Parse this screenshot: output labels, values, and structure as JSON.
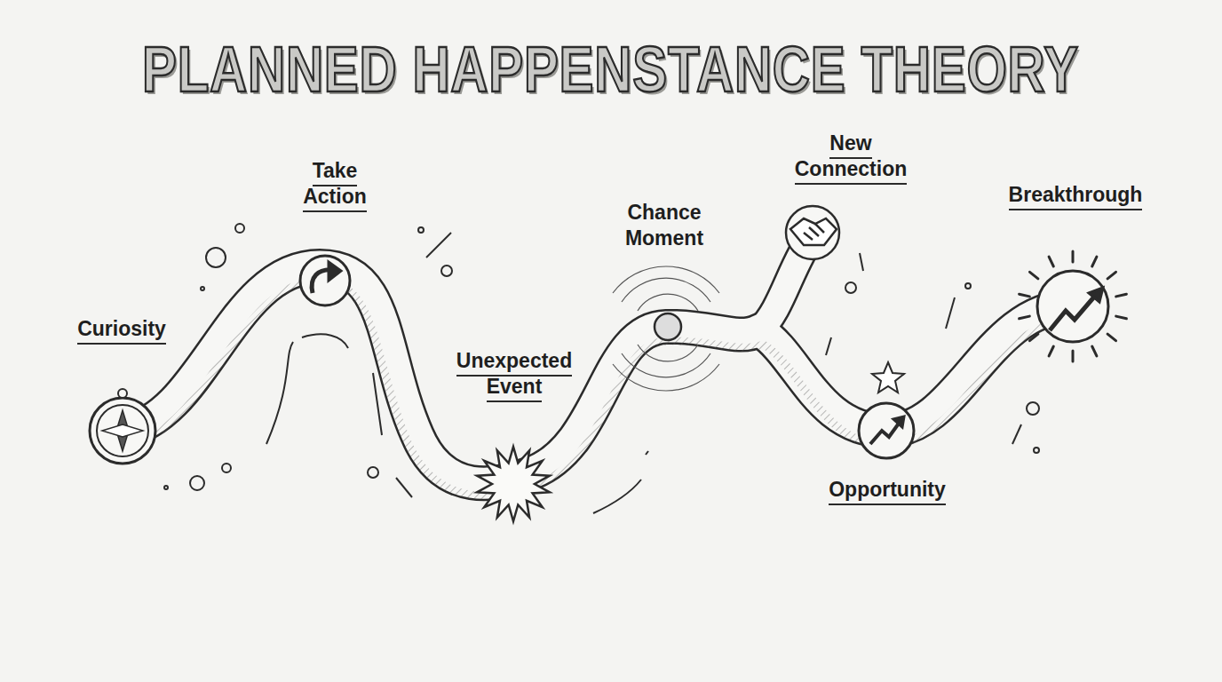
{
  "diagram": {
    "title": "PLANNED HAPPENSTANCE THEORY",
    "labels": [
      "Curiosity",
      "Take Action",
      "Unexpected Event",
      "Chance Moment",
      "New Connection",
      "Opportunity",
      "Breakthrough"
    ]
  }
}
